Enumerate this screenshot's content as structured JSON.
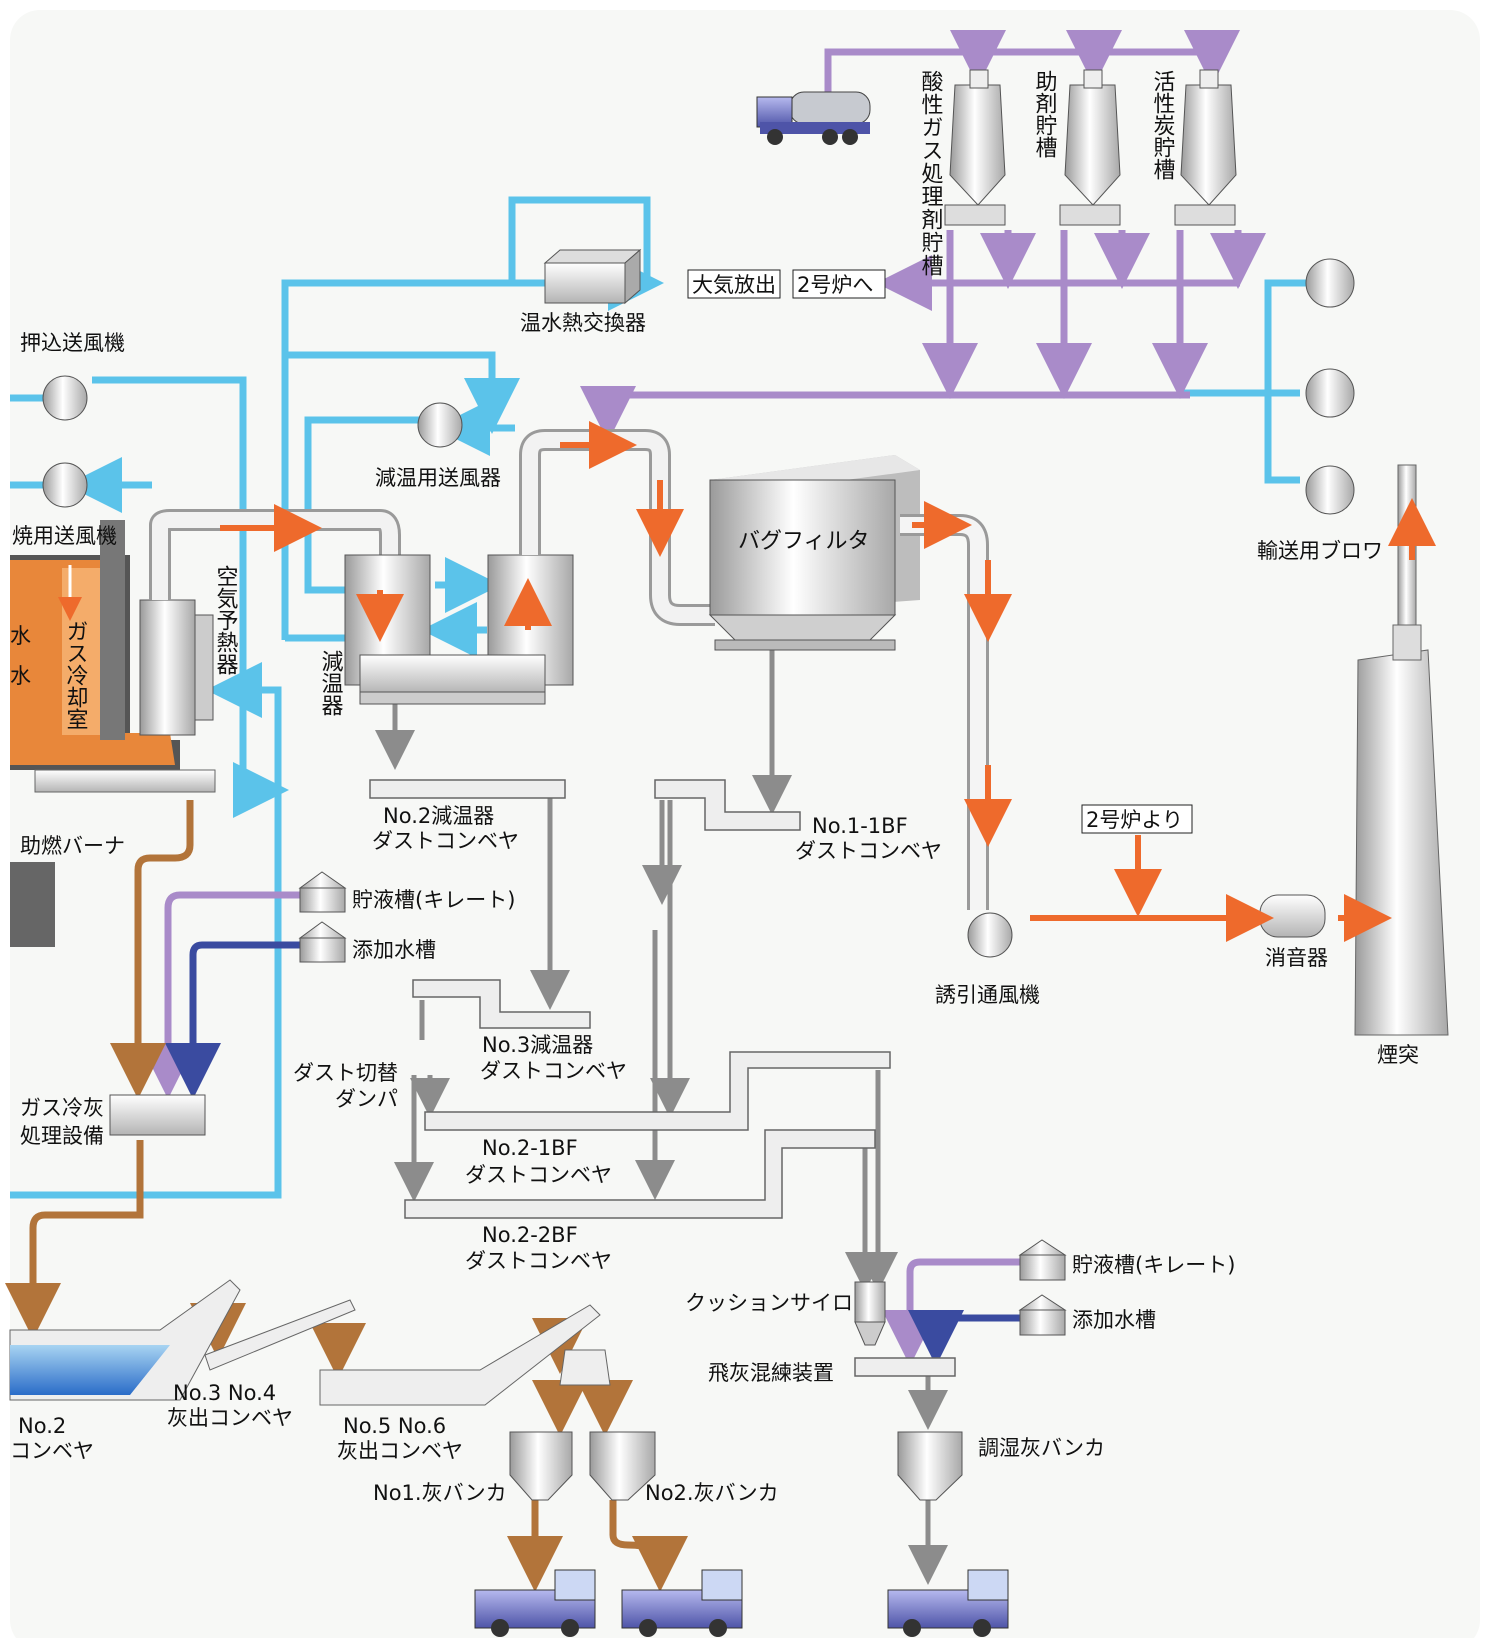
{
  "labels": {
    "acid_tank": "酸性ガス処理剤貯槽",
    "aux_tank": "助剤貯槽",
    "carbon_tank": "活性炭貯槽",
    "atmos_release": "大気放出",
    "to_furnace2": "2号炉へ",
    "hot_water_hx": "温水熱交換器",
    "push_fan": "押込送風機",
    "cooling_fan": "減温用送風器",
    "incin_fan": "焼用送風機",
    "gas_cooling_room": "ガス冷却室",
    "water_a": "水",
    "water_b": "水",
    "air_preheater": "空気予熱器",
    "temp_reducer": "減温器",
    "bag_filter": "バグフィルタ",
    "blower": "輸送用ブロワ",
    "aux_burner": "助燃バーナ",
    "no2_reducer_conv_1": "No.2減温器",
    "no2_reducer_conv_2": "ダストコンベヤ",
    "no11bf_conv_1": "No.1-1BF",
    "no11bf_conv_2": "ダストコンベヤ",
    "from_furnace2": "2号炉より",
    "liquid_tank_1": "貯液槽(キレート)",
    "additive_tank_1": "添加水槽",
    "induced_fan": "誘引通風機",
    "silencer": "消音器",
    "chimney": "煙突",
    "no3_reducer_conv_1": "No.3減温器",
    "no3_reducer_conv_2": "ダストコンベヤ",
    "dust_damper_1": "ダスト切替",
    "dust_damper_2": "ダンパ",
    "gas_ash_1": "ガス冷灰",
    "gas_ash_2": "処理設備",
    "no21bf_conv_1": "No.2-1BF",
    "no21bf_conv_2": "ダストコンベヤ",
    "no22bf_conv_1": "No.2-2BF",
    "no22bf_conv_2": "ダストコンベヤ",
    "cushion_silo": "クッションサイロ",
    "liquid_tank_2": "貯液槽(キレート)",
    "additive_tank_2": "添加水槽",
    "fly_ash_mixer": "飛灰混練装置",
    "no34_conv_1": "No.3 No.4",
    "no34_conv_2": "灰出コンベヤ",
    "no2_conv_1": "No.2",
    "no2_conv_2": "コンベヤ",
    "no56_conv_1": "No.5 No.6",
    "no56_conv_2": "灰出コンベヤ",
    "ash_bunker_1": "No1.灰バンカ",
    "ash_bunker_2": "No2.灰バンカ",
    "humid_ash_bunker": "調湿灰バンカ"
  },
  "colors": {
    "water_line": "#5bc3ea",
    "chemical_line": "#a98bc9",
    "gas_flow": "#ee6a2c",
    "ash_line": "#b2743a",
    "dust_line": "#8c8c8c",
    "additive_line": "#3a4ba0",
    "furnace": "#e8873a",
    "truck": "#7a7fc8"
  },
  "icons": {
    "tank_truck": "tank-truck-icon",
    "dump_truck": "dump-truck-icon",
    "fan": "fan-icon",
    "silo": "silo-icon"
  }
}
